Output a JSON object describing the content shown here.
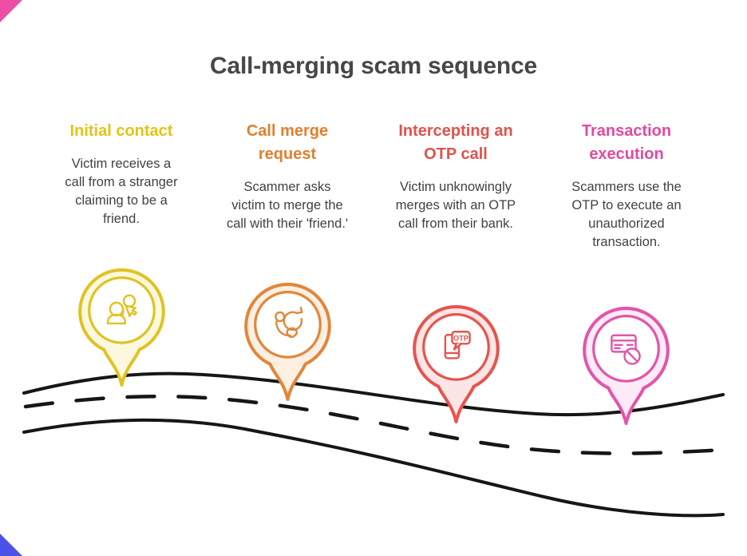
{
  "title": "Call-merging scam sequence",
  "title_color": "#474747",
  "body_color": "#414141",
  "road_color": "#161616",
  "corner_accents": {
    "top_left": "#ee4fa5",
    "bottom_left": "#4b52e8"
  },
  "steps": [
    {
      "heading": "Initial contact",
      "description": "Victim receives a\ncall from a stranger\nclaiming to be a\nfriend.",
      "accent_color": "#e3c414",
      "pin": {
        "stroke": "#e0c322",
        "fill": "#fcf8e0",
        "icon": "strangers-icon"
      }
    },
    {
      "heading": "Call merge\nrequest",
      "description": "Scammer asks\nvictim to merge the\ncall with their 'friend.'",
      "accent_color": "#e0802e",
      "pin": {
        "stroke": "#e0873c",
        "fill": "#fdf0e2",
        "icon": "call-merge-icon"
      }
    },
    {
      "heading": "Intercepting an\nOTP call",
      "description": "Victim unknowingly\nmerges with an OTP\ncall from their bank.",
      "accent_color": "#e1524c",
      "pin": {
        "stroke": "#e4554f",
        "fill": "#fce5e5",
        "icon": "otp-message-icon",
        "icon_label": "OTP"
      }
    },
    {
      "heading": "Transaction\nexecution",
      "description": "Scammers use the\nOTP to execute an\nunauthorized\ntransaction.",
      "accent_color": "#e14a9f",
      "pin": {
        "stroke": "#e156a9",
        "fill": "#fceaf6",
        "icon": "blocked-card-icon"
      }
    }
  ]
}
